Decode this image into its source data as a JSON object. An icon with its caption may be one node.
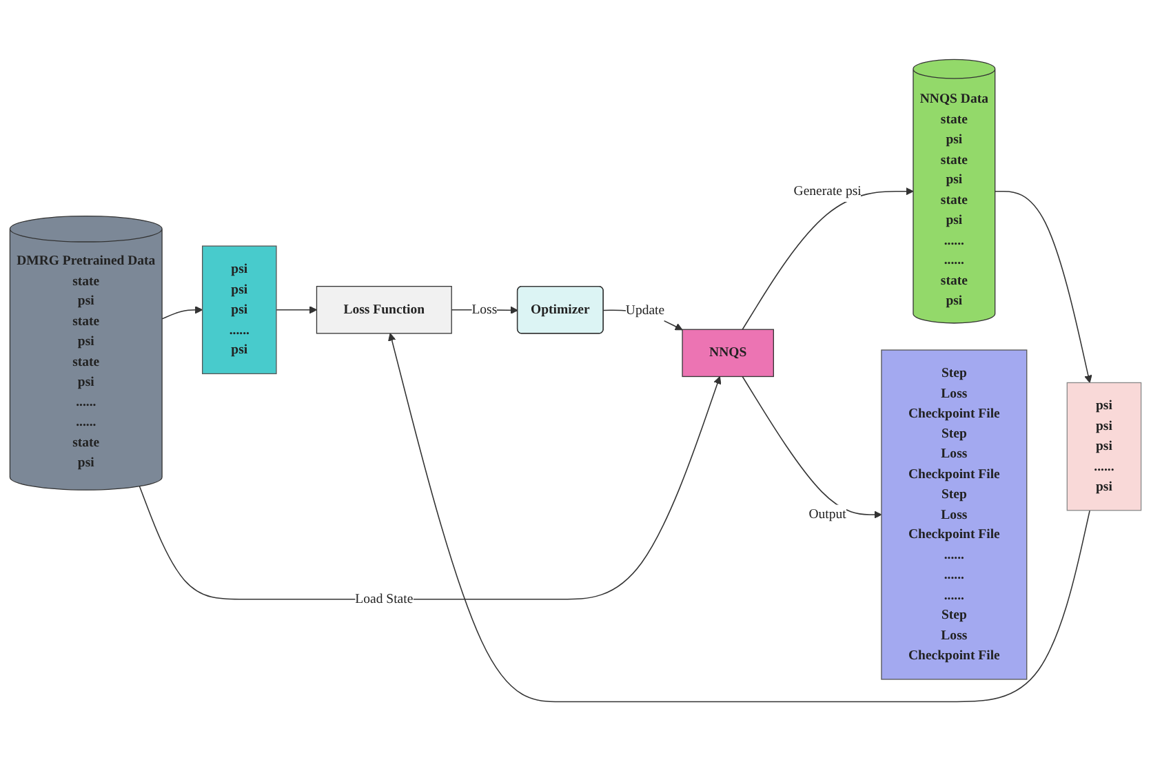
{
  "diagram": {
    "nodes": [
      {
        "text": [
          "psi",
          "psi",
          "psi",
          "......",
          "psi"
        ]
      },
      {
        "text": [
          "Loss Function"
        ]
      },
      {
        "text": [
          "psi",
          "psi",
          "psi",
          "......",
          "psi"
        ]
      },
      {
        "text": [
          "Optimizer"
        ]
      },
      {
        "text": [
          "DMRG Pretrained Data",
          "state",
          "psi",
          "state",
          "psi",
          "state",
          "psi",
          "......",
          "......",
          "state",
          "psi"
        ]
      },
      {
        "text": [
          "NNQS"
        ]
      },
      {
        "text": [
          "NNQS Data",
          "state",
          "psi",
          "state",
          "psi",
          "state",
          "psi",
          "......",
          "......",
          "state",
          "psi"
        ]
      },
      {
        "text": [
          "Step",
          "Loss",
          "Checkpoint File",
          "Step",
          "Loss",
          "Checkpoint File",
          "Step",
          "Loss",
          "Checkpoint File",
          "......",
          "......",
          "......",
          "Step",
          "Loss",
          "Checkpoint File"
        ]
      }
    ],
    "edges": [
      {
        "from": 4,
        "to": 0,
        "arrow": "to"
      },
      {
        "from": 0,
        "to": 1,
        "arrow": "to"
      },
      {
        "from": 2,
        "to": 1,
        "arrow": "to"
      },
      {
        "from": 6,
        "to": 2,
        "arrow": "to"
      },
      {
        "from": 1,
        "to": 3,
        "arrow": "to",
        "label": "Loss"
      },
      {
        "from": 3,
        "to": 5,
        "arrow": "to",
        "label": "Update"
      },
      {
        "from": 4,
        "to": 5,
        "arrow": "to",
        "label": "Load State"
      },
      {
        "from": 5,
        "to": 6,
        "arrow": "to",
        "label": "Generate psi"
      },
      {
        "from": 5,
        "to": 7,
        "arrow": "to",
        "label": "Output"
      }
    ]
  }
}
